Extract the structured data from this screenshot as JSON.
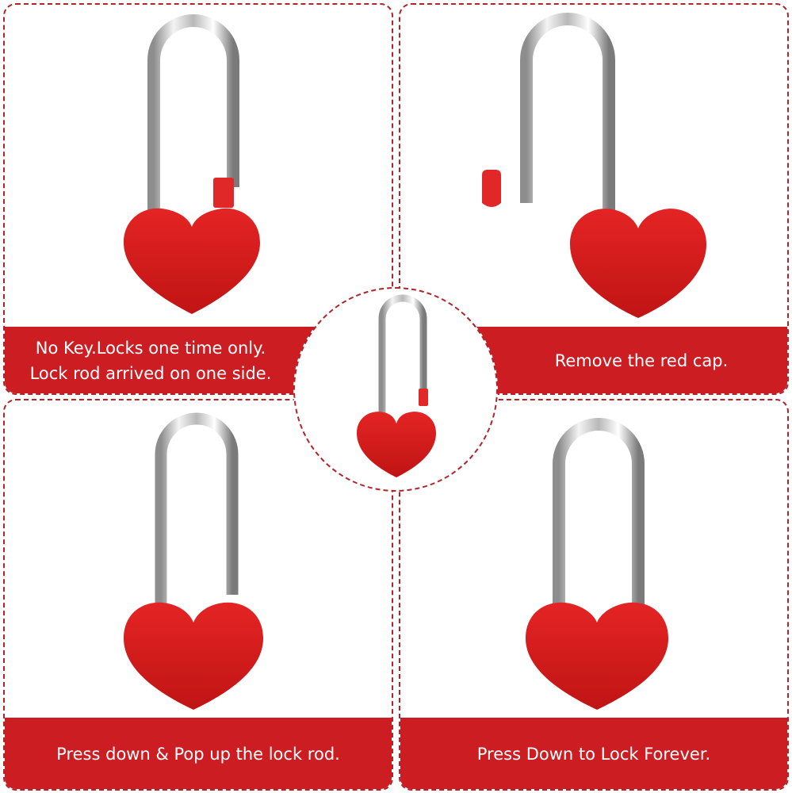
{
  "colors": {
    "accent": "#cc1d22",
    "border": "#b2232a",
    "lock_body": "#d01f1f",
    "shackle": "#c9c9c9"
  },
  "icons": [
    "heart-padlock-icon",
    "red-cap-icon"
  ],
  "panels": [
    {
      "caption_lines": [
        "No Key.Locks one time only.",
        "Lock rod arrived on one side."
      ]
    },
    {
      "caption_lines": [
        "Remove the red cap."
      ]
    },
    {
      "caption_lines": [
        "Press down & Pop up the lock rod."
      ]
    },
    {
      "caption_lines": [
        "Press Down to Lock Forever."
      ]
    }
  ]
}
